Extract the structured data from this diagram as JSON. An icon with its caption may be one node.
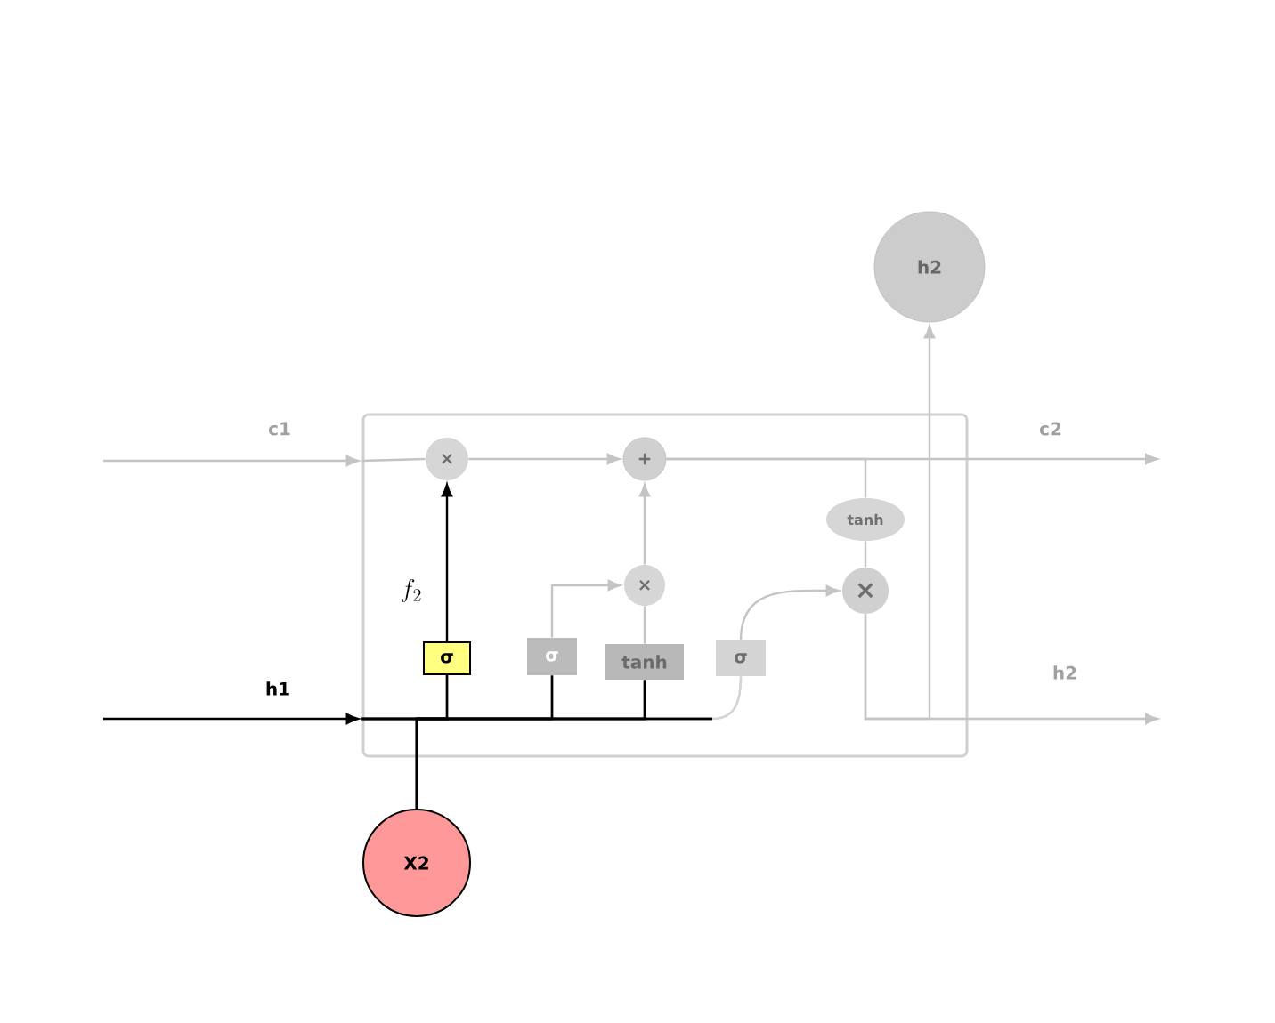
{
  "diagram": {
    "nodes": [
      {
        "text": [],
        "shape": "box"
      },
      {
        "text": [
          "×"
        ],
        "in": 0
      },
      {
        "text": [
          "+"
        ],
        "in": 0
      },
      {
        "text": [
          "σ"
        ],
        "in": 0
      },
      {
        "text": [
          "σ"
        ],
        "in": 0
      },
      {
        "text": [
          "tanh"
        ],
        "in": 0
      },
      {
        "text": [
          "σ"
        ],
        "in": 0
      },
      {
        "text": [
          "×"
        ],
        "in": 0
      },
      {
        "text": [
          "tanh"
        ],
        "in": 0
      },
      {
        "text": [
          "×"
        ],
        "in": 0
      },
      {
        "text": [
          "h2"
        ]
      },
      {
        "text": [
          "X2"
        ]
      }
    ],
    "edges": [
      {
        "from": null,
        "to": 0,
        "arrow": "to",
        "label": "c1"
      },
      {
        "from": 0,
        "to": 1,
        "arrow": "none"
      },
      {
        "from": 1,
        "to": 2,
        "arrow": "to"
      },
      {
        "from": 2,
        "to": null,
        "arrow": "to",
        "label": "c2"
      },
      {
        "from": null,
        "to": 0,
        "arrow": "to",
        "label": "h1",
        "color": "#000000"
      },
      {
        "from": 0,
        "to": 3,
        "arrow": "none",
        "color": "#000000"
      },
      {
        "from": 0,
        "to": 4,
        "arrow": "none",
        "color": "#000000"
      },
      {
        "from": 0,
        "to": 5,
        "arrow": "none",
        "color": "#000000"
      },
      {
        "from": 0,
        "to": 6,
        "arrow": "none",
        "color": "#000000"
      },
      {
        "from": 11,
        "to": 3,
        "arrow": "none",
        "color": "#000000"
      },
      {
        "from": 11,
        "to": 4,
        "arrow": "none",
        "color": "#000000"
      },
      {
        "from": 11,
        "to": 5,
        "arrow": "none",
        "color": "#000000"
      },
      {
        "from": 11,
        "to": 6,
        "arrow": "none",
        "color": "#000000"
      },
      {
        "from": 3,
        "to": 1,
        "arrow": "to",
        "label": "f_2",
        "color": "#000000"
      },
      {
        "from": 4,
        "to": 7,
        "arrow": "to"
      },
      {
        "from": 5,
        "to": 7,
        "arrow": "none"
      },
      {
        "from": 7,
        "to": 2,
        "arrow": "to"
      },
      {
        "from": 6,
        "to": 9,
        "arrow": "to"
      },
      {
        "from": 2,
        "to": 8,
        "arrow": "none"
      },
      {
        "from": 8,
        "to": 9,
        "arrow": "none"
      },
      {
        "from": 9,
        "to": 10,
        "arrow": "to"
      },
      {
        "from": 9,
        "to": null,
        "arrow": "to",
        "label": "h2"
      }
    ]
  }
}
